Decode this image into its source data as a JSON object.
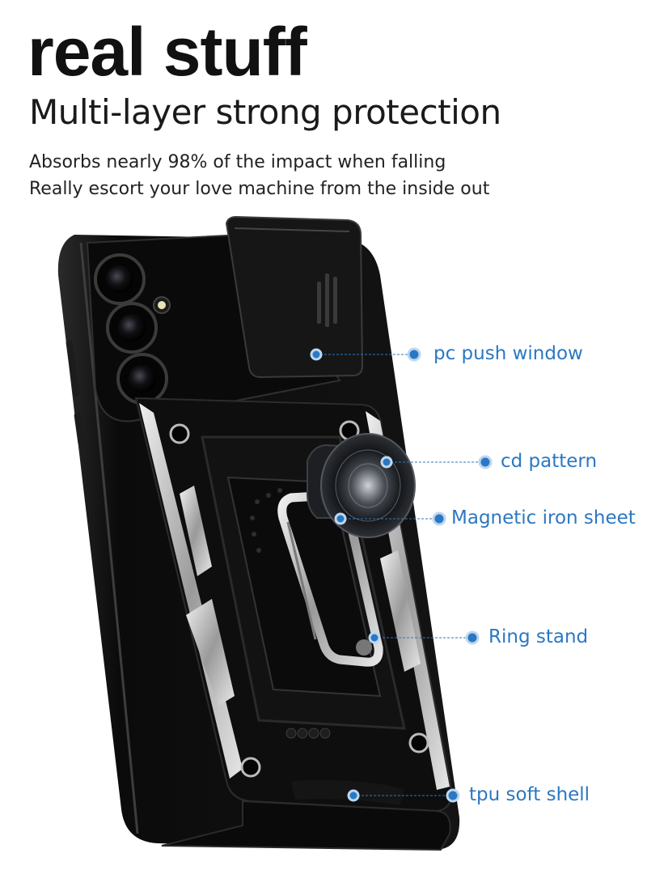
{
  "headline": "real stuff",
  "subheadline": "Multi-layer strong protection",
  "description": [
    "Absorbs nearly 98% of the impact when falling",
    "Really escort your love machine from the inside out"
  ],
  "callouts": [
    {
      "label": "pc push window"
    },
    {
      "label": "cd pattern"
    },
    {
      "label": "Magnetic iron sheet"
    },
    {
      "label": "Ring stand"
    },
    {
      "label": "tpu soft shell"
    }
  ],
  "colors": {
    "accent": "#2b78c2",
    "case": "#0d0d0d",
    "case_highlight": "#3a3a3a",
    "silver_trim": "#c9c9c9"
  },
  "icons": [
    "camera-lens-icon",
    "flash-icon",
    "ring-stand-icon",
    "callout-dot-icon"
  ]
}
